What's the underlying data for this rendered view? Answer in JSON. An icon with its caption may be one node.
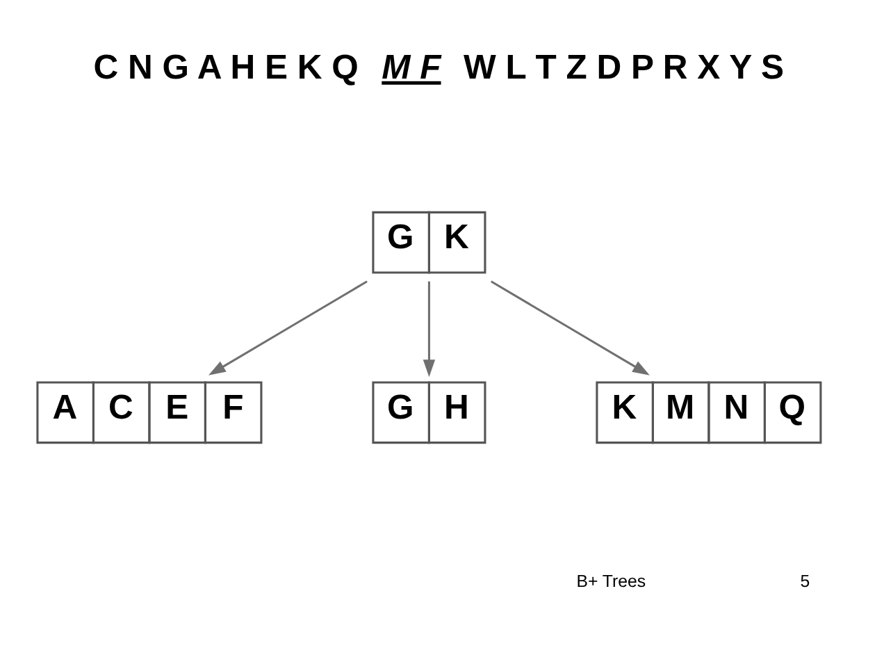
{
  "diagram": {
    "nodes": [
      {
        "text": [
          "G",
          "K"
        ]
      },
      {
        "text": [
          "A",
          "C",
          "E",
          "F"
        ]
      },
      {
        "text": [
          "G",
          "H"
        ]
      },
      {
        "text": [
          "K",
          "M",
          "N",
          "Q"
        ]
      }
    ],
    "edges": [
      {
        "from": 0,
        "to": 1,
        "arrow": "to"
      },
      {
        "from": 0,
        "to": 2,
        "arrow": "to"
      },
      {
        "from": 0,
        "to": 3,
        "arrow": "to"
      }
    ],
    "labels": [
      "C N G A H E K Q *M F* W L T Z D P R X Y S",
      "B+ Trees",
      "5"
    ]
  }
}
